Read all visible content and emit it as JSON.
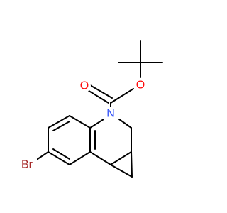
{
  "molecule": {
    "atoms": [
      {
        "symbol": "O",
        "color": "#ff0d0d"
      },
      {
        "symbol": "O",
        "color": "#ff0d0d"
      },
      {
        "symbol": "N",
        "color": "#3050f8"
      },
      {
        "symbol": "Br",
        "color": "#a62929"
      }
    ]
  }
}
